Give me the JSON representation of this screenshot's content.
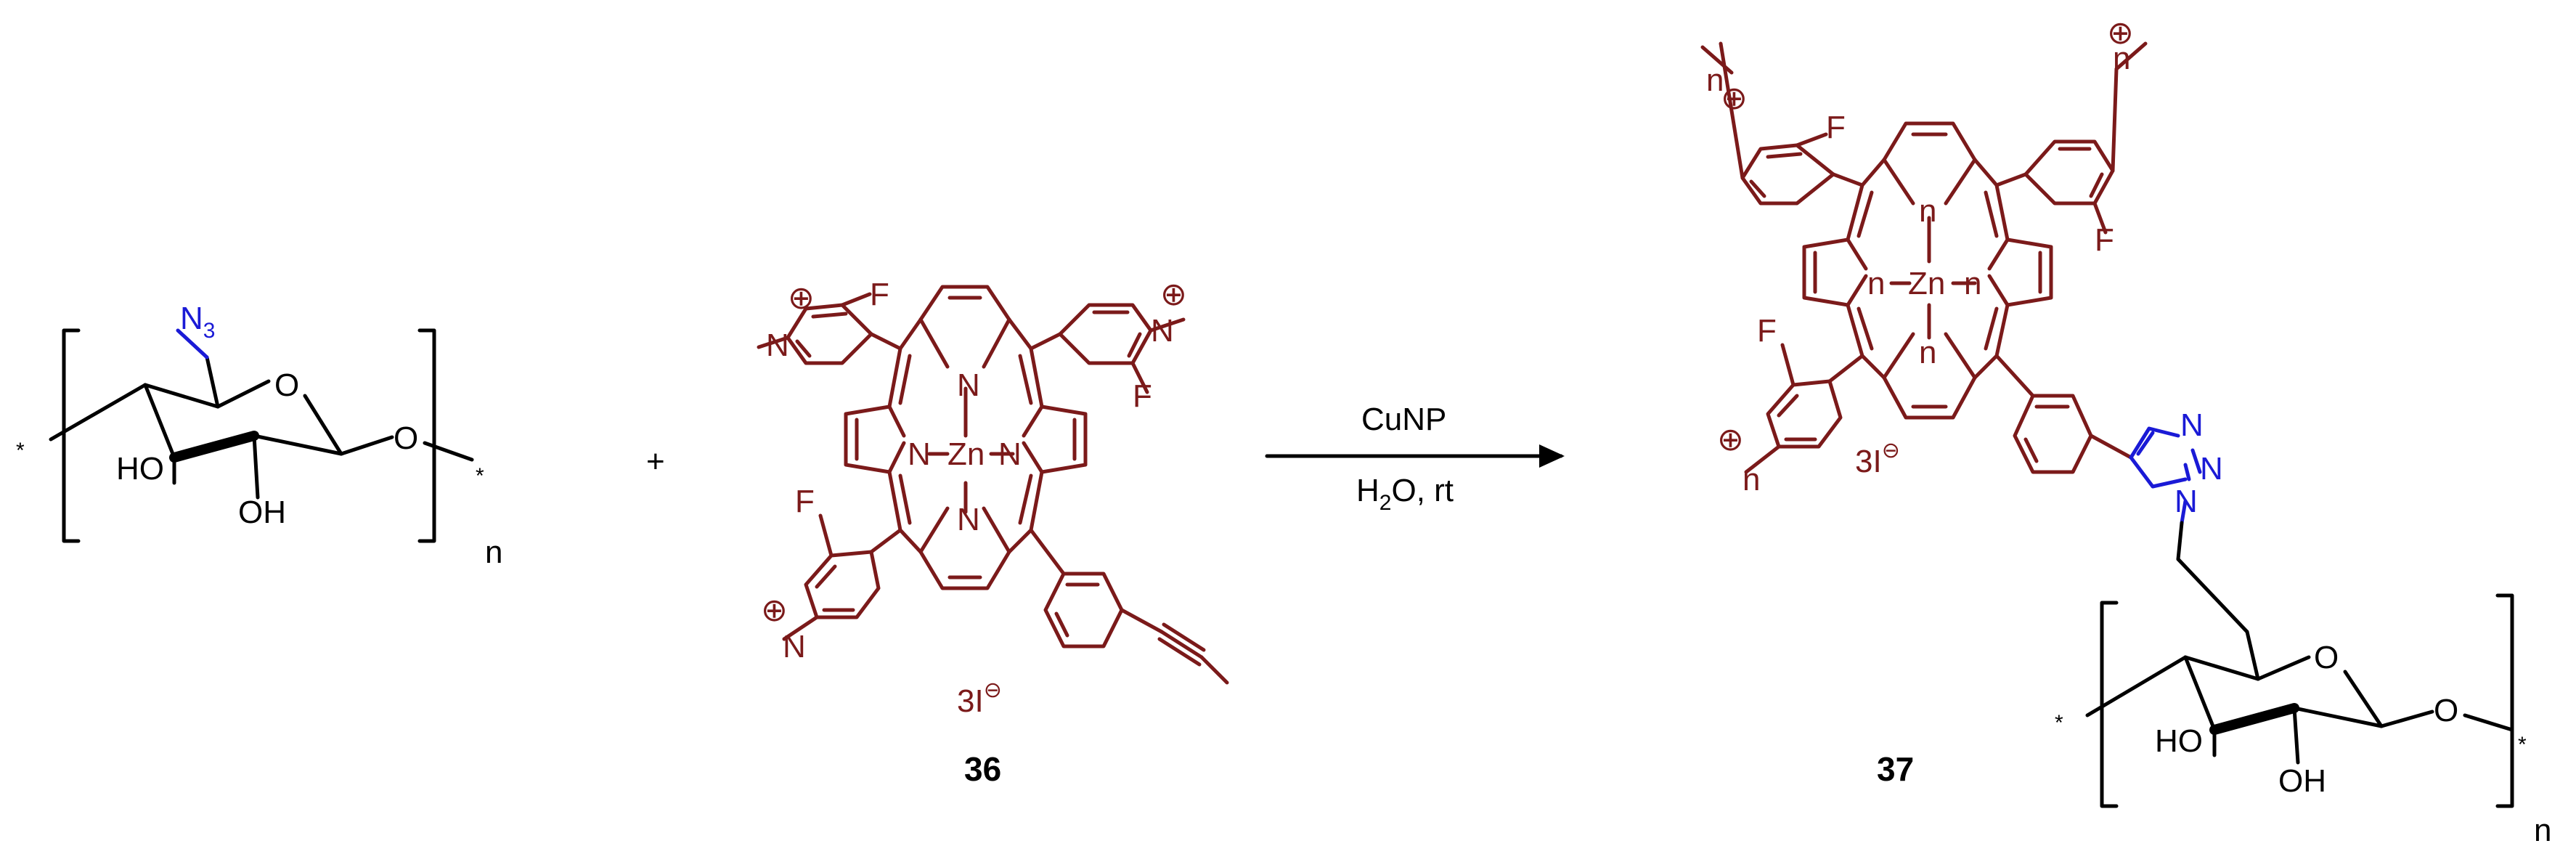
{
  "colors": {
    "porphyrin": "#7b1a1a",
    "azide": "#1a1ad6",
    "triazole": "#1a1ad6",
    "sugar": "#000000"
  },
  "cellulose_azide": {
    "azide": "N",
    "azide_sub": "3",
    "ring_o": "O",
    "glyco_o": "O",
    "ho": "HO",
    "oh": "OH",
    "n": "n",
    "star_left": "*",
    "star_right": "*"
  },
  "plus": "+",
  "porphyrin36": {
    "zn": "Zn",
    "n": "N",
    "f": "F",
    "charge": "⊕",
    "counterion": "3I",
    "counterion_charge": "⊖",
    "label": "36"
  },
  "arrow": {
    "reagent": "CuNP",
    "cond_h": "H",
    "cond_sub": "2",
    "cond_rest": "O, rt"
  },
  "product37": {
    "zn": "Zn",
    "n": "n",
    "f": "F",
    "charge": "⊕",
    "counterion": "3I",
    "counterion_charge": "⊖",
    "triazole_n": "N",
    "ring_o": "O",
    "glyco_o": "O",
    "ho": "HO",
    "oh": "OH",
    "star_left": "*",
    "star_right": "*",
    "label": "37"
  }
}
